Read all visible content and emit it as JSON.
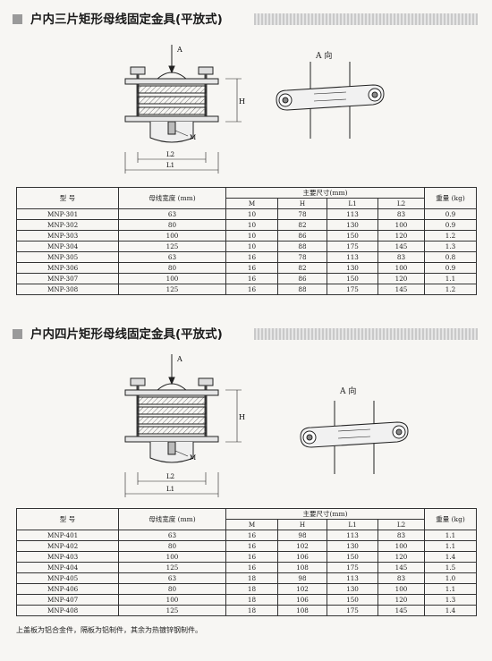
{
  "sections": [
    {
      "title": "户内三片矩形母线固定金具(平放式)",
      "drawing_labels": {
        "arrow": "A",
        "height": "H",
        "bolt": "M",
        "l2": "L2",
        "l1": "L1",
        "view": "A 向"
      },
      "plates": 3,
      "headers": {
        "model": "型 号",
        "width": "母线宽度 (mm)",
        "dims": "主要尺寸(mm)",
        "weight": "重量 (kg)",
        "m": "M",
        "h": "H",
        "l1": "L1",
        "l2": "L2"
      },
      "rows": [
        {
          "model": "MNP-301",
          "width": "63",
          "m": "10",
          "h": "78",
          "l1": "113",
          "l2": "83",
          "weight": "0.9"
        },
        {
          "model": "MNP-302",
          "width": "80",
          "m": "10",
          "h": "82",
          "l1": "130",
          "l2": "100",
          "weight": "0.9"
        },
        {
          "model": "MNP-303",
          "width": "100",
          "m": "10",
          "h": "86",
          "l1": "150",
          "l2": "120",
          "weight": "1.2"
        },
        {
          "model": "MNP-304",
          "width": "125",
          "m": "10",
          "h": "88",
          "l1": "175",
          "l2": "145",
          "weight": "1.3"
        },
        {
          "model": "MNP-305",
          "width": "63",
          "m": "16",
          "h": "78",
          "l1": "113",
          "l2": "83",
          "weight": "0.8"
        },
        {
          "model": "MNP-306",
          "width": "80",
          "m": "16",
          "h": "82",
          "l1": "130",
          "l2": "100",
          "weight": "0.9"
        },
        {
          "model": "MNP-307",
          "width": "100",
          "m": "16",
          "h": "86",
          "l1": "150",
          "l2": "120",
          "weight": "1.1"
        },
        {
          "model": "MNP-308",
          "width": "125",
          "m": "16",
          "h": "88",
          "l1": "175",
          "l2": "145",
          "weight": "1.2"
        }
      ]
    },
    {
      "title": "户内四片矩形母线固定金具(平放式)",
      "drawing_labels": {
        "arrow": "A",
        "height": "H",
        "bolt": "M",
        "l2": "L2",
        "l1": "L1",
        "view": "A 向"
      },
      "plates": 4,
      "headers": {
        "model": "型 号",
        "width": "母线宽度 (mm)",
        "dims": "主要尺寸(mm)",
        "weight": "重量 (kg)",
        "m": "M",
        "h": "H",
        "l1": "L1",
        "l2": "L2"
      },
      "rows": [
        {
          "model": "MNP-401",
          "width": "63",
          "m": "16",
          "h": "98",
          "l1": "113",
          "l2": "83",
          "weight": "1.1"
        },
        {
          "model": "MNP-402",
          "width": "80",
          "m": "16",
          "h": "102",
          "l1": "130",
          "l2": "100",
          "weight": "1.1"
        },
        {
          "model": "MNP-403",
          "width": "100",
          "m": "16",
          "h": "106",
          "l1": "150",
          "l2": "120",
          "weight": "1.4"
        },
        {
          "model": "MNP-404",
          "width": "125",
          "m": "16",
          "h": "108",
          "l1": "175",
          "l2": "145",
          "weight": "1.5"
        },
        {
          "model": "MNP-405",
          "width": "63",
          "m": "18",
          "h": "98",
          "l1": "113",
          "l2": "83",
          "weight": "1.0"
        },
        {
          "model": "MNP-406",
          "width": "80",
          "m": "18",
          "h": "102",
          "l1": "130",
          "l2": "100",
          "weight": "1.1"
        },
        {
          "model": "MNP-407",
          "width": "100",
          "m": "18",
          "h": "106",
          "l1": "150",
          "l2": "120",
          "weight": "1.3"
        },
        {
          "model": "MNP-408",
          "width": "125",
          "m": "18",
          "h": "108",
          "l1": "175",
          "l2": "145",
          "weight": "1.4"
        }
      ]
    }
  ],
  "footnote": "上盖板为铝合金件，隔板为铝制件，其余为热镀锌钢制件。"
}
